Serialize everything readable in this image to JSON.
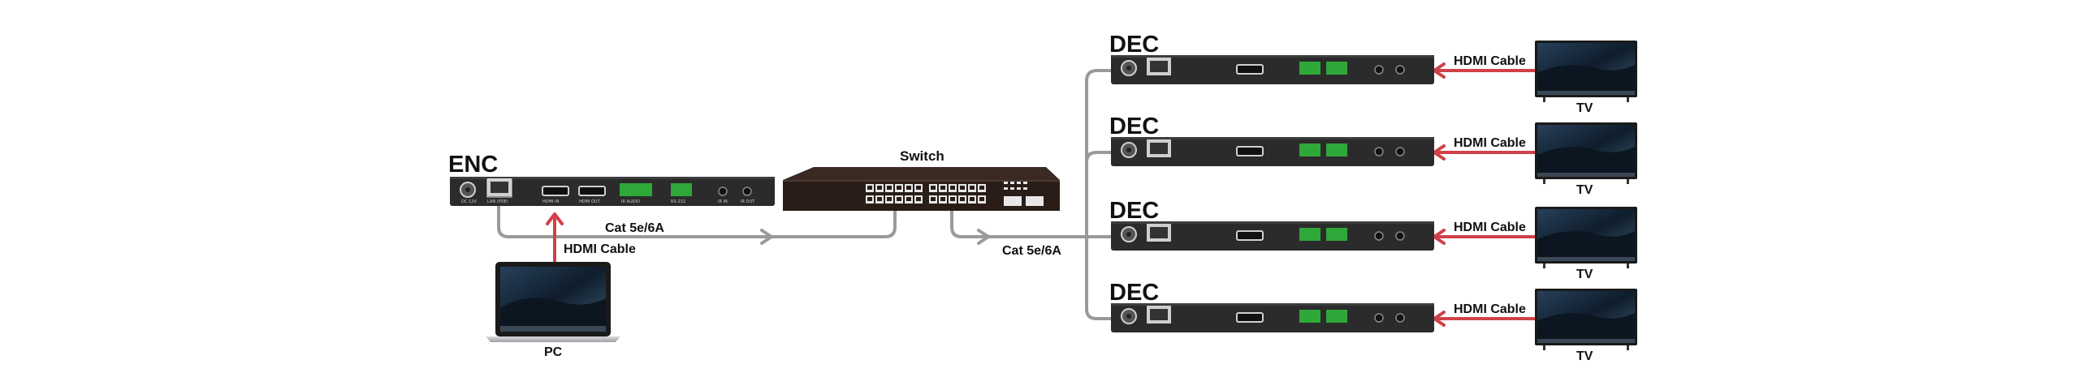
{
  "labels": {
    "encoder": "ENC",
    "decoder": "DEC",
    "switch": "Switch",
    "cat_cable": "Cat  5e/6A",
    "hdmi_cable": "HDMI Cable",
    "pc": "PC",
    "tv": "TV"
  },
  "decoders": [
    {
      "title": "DEC",
      "cable": "HDMI Cable",
      "display": "TV"
    },
    {
      "title": "DEC",
      "cable": "HDMI Cable",
      "display": "TV"
    },
    {
      "title": "DEC",
      "cable": "HDMI Cable",
      "display": "TV"
    },
    {
      "title": "DEC",
      "cable": "HDMI Cable",
      "display": "TV"
    }
  ],
  "colors": {
    "device": "#2b2b2b",
    "cat_cable": "#9a9a9a",
    "hdmi_cable": "#d0414a",
    "terminal": "#2fa83a"
  }
}
